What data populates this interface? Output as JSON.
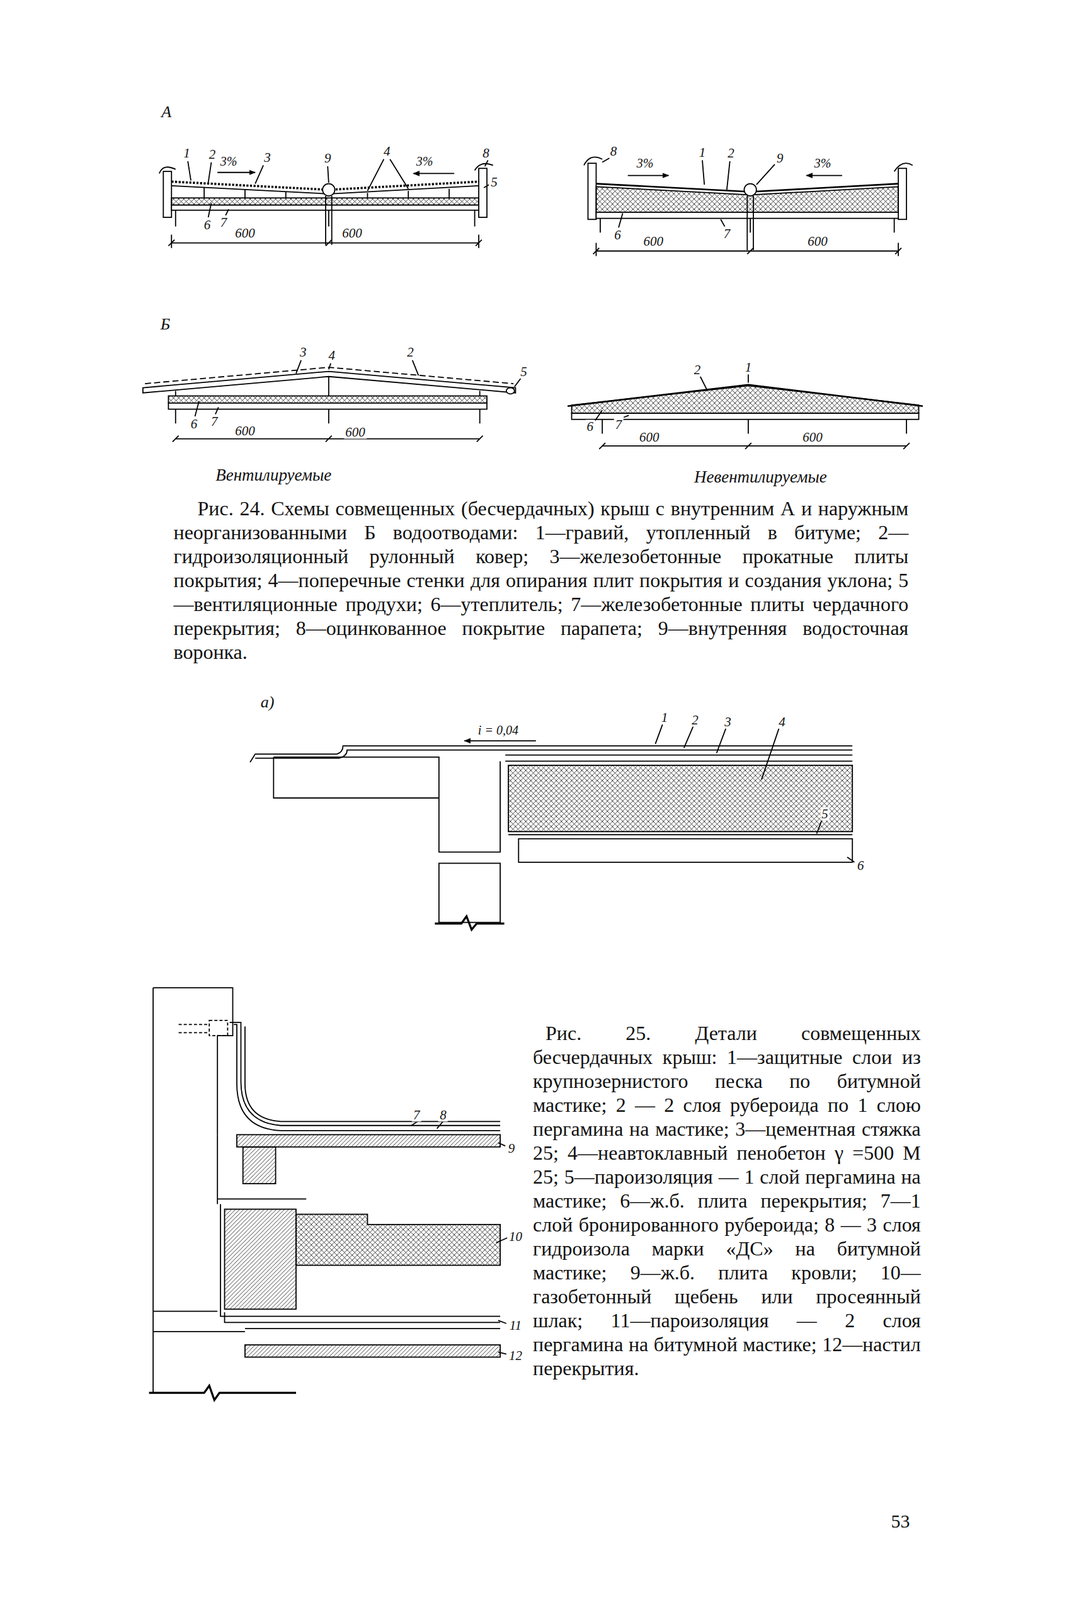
{
  "diagram": {
    "labels": [
      "А",
      "1",
      "2",
      "3%",
      "3",
      "9",
      "4",
      "3%",
      "8",
      "5",
      "6",
      "7",
      "600",
      "600",
      "8",
      "3%",
      "1",
      "2",
      "9",
      "3%",
      "6",
      "600",
      "7",
      "600",
      "Б",
      "3",
      "4",
      "2",
      "5",
      "6",
      "7",
      "600",
      "600",
      "2",
      "1",
      "6",
      "7",
      "600",
      "600",
      "Вентилируемые",
      "Невентилируемые",
      "Рис. 24. Схемы совмещенных (бесчердачных) крыш с внутренним А и наружным неорганизованными Б водоотводами: 1—гравий, утопленный в битуме; 2—гидроизоляционный рулонный ковер; 3—железобетонные прокатные плиты покрытия; 4—поперечные стенки для опирания плит покрытия и создания уклона; 5—вентиляционные продухи; 6—утеплитель; 7—железобетонные плиты чердачного перекрытия; 8—оцинкованное покрытие парапета; 9—внутренняя водосточная воронка.",
      "а)",
      "i = 0,04",
      "1",
      "2",
      "3",
      "4",
      "5",
      "6",
      "7",
      "8",
      "9",
      "10",
      "11",
      "12",
      "Рис. 25. Детали совмещенных бесчердачных крыш: 1—защитные слои из крупнозернистого песка по битумной мастике; 2 — 2 слоя рубероида по 1 слою пергамина на мастике; 3—цементная стяжка 25; 4—неавтоклавный пенобетон γ =500 М 25; 5—пароизоляция — 1 слой пергамина на мастике; 6—ж.б. плита перекрытия; 7—1 слой бронированного рубероида; 8 — 3 слоя гидроизола марки «ДС» на битумной мастике; 9—ж.б. плита кровли; 10—газобетонный щебень или просеянный шлак; 11—пароизоляция — 2 слоя пергамина на битумной мастике; 12—настил перекрытия.",
      "53"
    ]
  }
}
